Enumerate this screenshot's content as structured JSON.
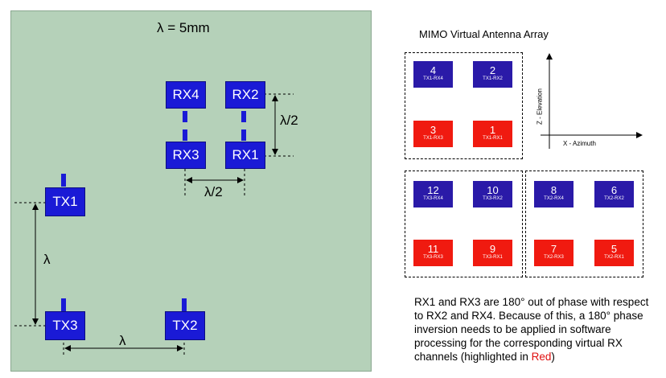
{
  "board": {
    "lambda_label": "λ = 5mm",
    "antennas": {
      "rx4": "RX4",
      "rx2": "RX2",
      "rx3": "RX3",
      "rx1": "RX1",
      "tx1": "TX1",
      "tx3": "TX3",
      "tx2": "TX2"
    },
    "dims": {
      "rx_vertical": "λ/2",
      "rx_horizontal": "λ/2",
      "tx_vertical": "λ",
      "tx_horizontal": "λ"
    }
  },
  "virtual_array": {
    "title": "MIMO  Virtual Antenna Array",
    "axes": {
      "elevation": "Z - Elevation",
      "azimuth": "X - Azimuth"
    },
    "group1": [
      {
        "num": "4",
        "pair": "TX1-RX4",
        "color": "blue"
      },
      {
        "num": "2",
        "pair": "TX1-RX2",
        "color": "blue"
      },
      {
        "num": "3",
        "pair": "TX1-RX3",
        "color": "red"
      },
      {
        "num": "1",
        "pair": "TX1-RX1",
        "color": "red"
      }
    ],
    "group2": [
      {
        "num": "12",
        "pair": "TX3-RX4",
        "color": "blue"
      },
      {
        "num": "10",
        "pair": "TX3-RX2",
        "color": "blue"
      },
      {
        "num": "11",
        "pair": "TX3-RX3",
        "color": "red"
      },
      {
        "num": "9",
        "pair": "TX3-RX1",
        "color": "red"
      }
    ],
    "group3": [
      {
        "num": "8",
        "pair": "TX2-RX4",
        "color": "blue"
      },
      {
        "num": "6",
        "pair": "TX2-RX2",
        "color": "blue"
      },
      {
        "num": "7",
        "pair": "TX2-RX3",
        "color": "red"
      },
      {
        "num": "5",
        "pair": "TX2-RX1",
        "color": "red"
      }
    ]
  },
  "note": {
    "text": "RX1 and RX3 are 180° out of phase with respect to RX2 and RX4. Because of this, a 180° phase inversion needs to be applied in software processing for the corresponding virtual RX channels (highlighted in ",
    "highlight": "Red",
    "tail": ")"
  },
  "colors": {
    "antenna_blue": "#1a1ad6",
    "virtual_blue": "#2a1aa8",
    "virtual_red": "#f01a10",
    "board_green": "#b5d1b9"
  }
}
